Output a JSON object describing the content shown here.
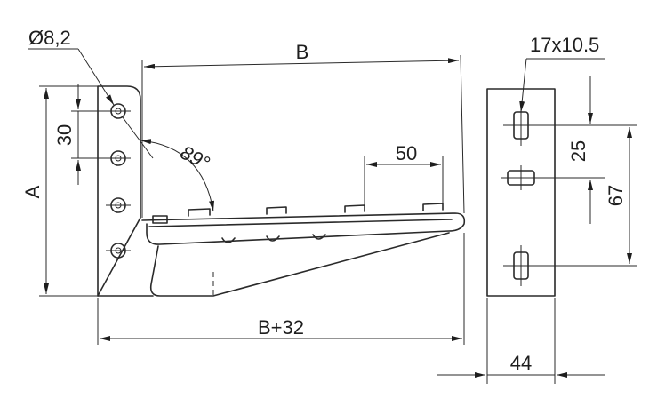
{
  "labels": {
    "hole_diameter": "Ø8,2",
    "length_b": "B",
    "pitch_30": "30",
    "angle": "89°",
    "spacing_50": "50",
    "height_a": "A",
    "length_b32": "B+32",
    "slot_size": "17x10.5",
    "slot_pitch_25": "25",
    "slot_pitch_67": "67",
    "width_44": "44"
  }
}
